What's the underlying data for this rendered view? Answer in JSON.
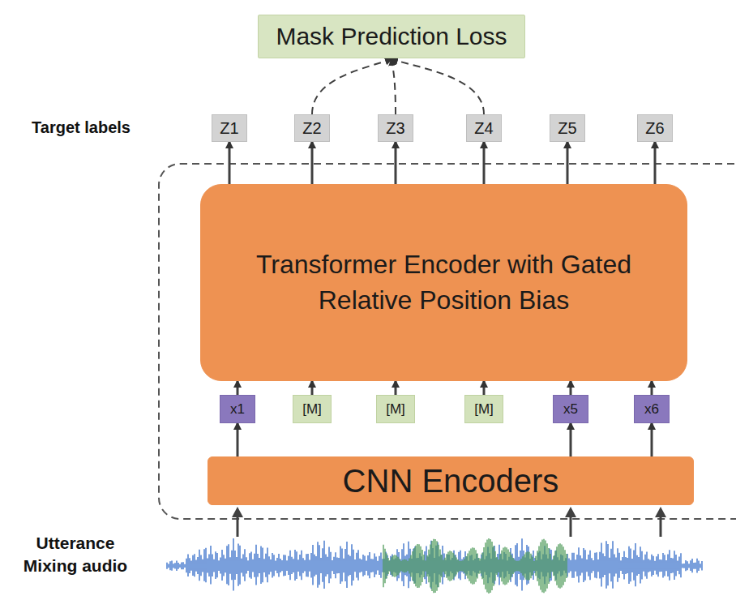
{
  "diagram": {
    "nodes": [
      {
        "text": [
          "Mask Prediction Loss"
        ]
      },
      {
        "text": [
          "Z1"
        ]
      },
      {
        "text": [
          "Z2"
        ]
      },
      {
        "text": [
          "Z3"
        ]
      },
      {
        "text": [
          "Z4"
        ]
      },
      {
        "text": [
          "Z5"
        ]
      },
      {
        "text": [
          "Z6"
        ]
      },
      {
        "text": [
          "Transformer Encoder with Gated Relative Position Bias"
        ]
      },
      {
        "text": [
          "x1"
        ]
      },
      {
        "text": [
          "[M]"
        ]
      },
      {
        "text": [
          "[M]"
        ]
      },
      {
        "text": [
          "[M]"
        ]
      },
      {
        "text": [
          "x5"
        ]
      },
      {
        "text": [
          "x6"
        ]
      },
      {
        "text": [
          "CNN Encoders"
        ]
      }
    ],
    "edges": [
      {
        "from": 2,
        "to": 0,
        "arrow": "to"
      },
      {
        "from": 3,
        "to": 0,
        "arrow": "to"
      },
      {
        "from": 4,
        "to": 0,
        "arrow": "to"
      },
      {
        "from": 7,
        "to": 1,
        "arrow": "to"
      },
      {
        "from": 7,
        "to": 2,
        "arrow": "to"
      },
      {
        "from": 7,
        "to": 3,
        "arrow": "to"
      },
      {
        "from": 7,
        "to": 4,
        "arrow": "to"
      },
      {
        "from": 7,
        "to": 5,
        "arrow": "to"
      },
      {
        "from": 7,
        "to": 6,
        "arrow": "to"
      },
      {
        "from": 8,
        "to": 7,
        "arrow": "to"
      },
      {
        "from": 9,
        "to": 7,
        "arrow": "to"
      },
      {
        "from": 10,
        "to": 7,
        "arrow": "to"
      },
      {
        "from": 11,
        "to": 7,
        "arrow": "to"
      },
      {
        "from": 12,
        "to": 7,
        "arrow": "to"
      },
      {
        "from": 13,
        "to": 7,
        "arrow": "to"
      },
      {
        "from": 14,
        "to": 8,
        "arrow": "to"
      },
      {
        "from": 14,
        "to": 12,
        "arrow": "to"
      },
      {
        "from": 14,
        "to": 13,
        "arrow": "to"
      }
    ],
    "labels": [
      "Target labels",
      "Utterance Mixing audio"
    ]
  }
}
